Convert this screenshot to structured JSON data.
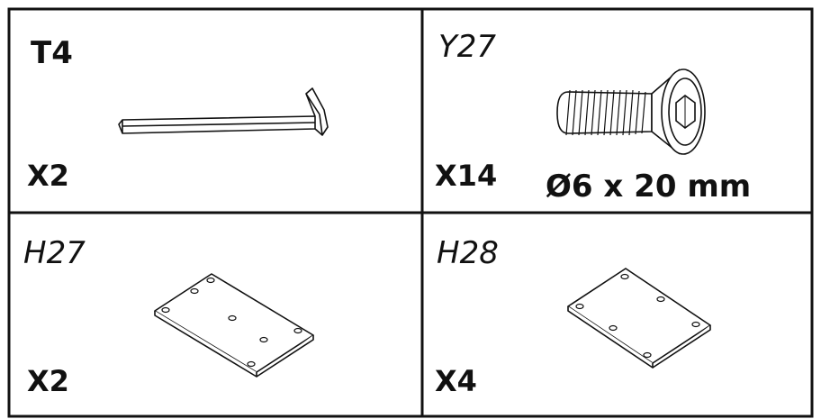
{
  "parts": [
    {
      "code": "T4",
      "quantity": "X2",
      "illustration": "hex-key-icon"
    },
    {
      "code": "Y27",
      "quantity": "X14",
      "illustration": "countersunk-hex-screw-icon",
      "dimension": "Ø6 x 20 mm"
    },
    {
      "code": "H27",
      "quantity": "X2",
      "illustration": "mounting-plate-6-hole-icon"
    },
    {
      "code": "H28",
      "quantity": "X4",
      "illustration": "mounting-plate-5-hole-icon"
    }
  ]
}
